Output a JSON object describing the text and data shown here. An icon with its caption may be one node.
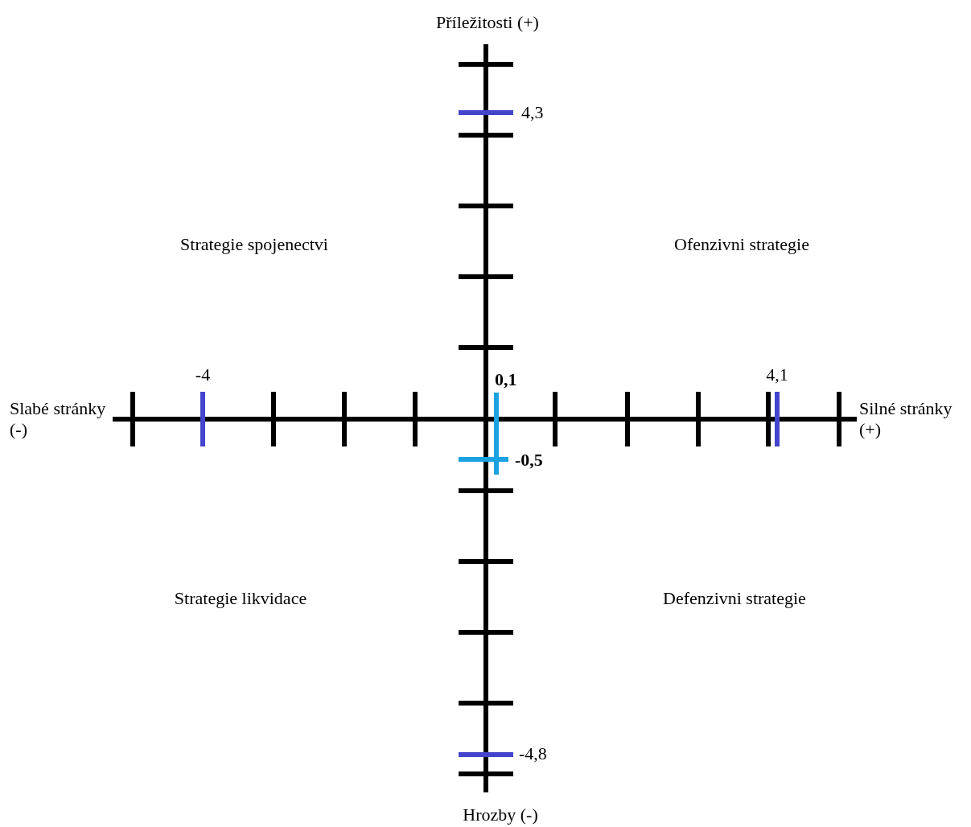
{
  "diagram": {
    "labels": [
      "Příležitosti (+)",
      "4,3",
      "Strategie spojenectvi",
      "Ofenzivni strategie",
      "-4",
      "0,1",
      "4,1",
      "Slabé stránky (-)",
      "Silné stránky (+)",
      "-0,5",
      "Strategie likvidace",
      "Defenzivni strategie",
      "-4,8",
      "Hrozby (-)"
    ]
  }
}
